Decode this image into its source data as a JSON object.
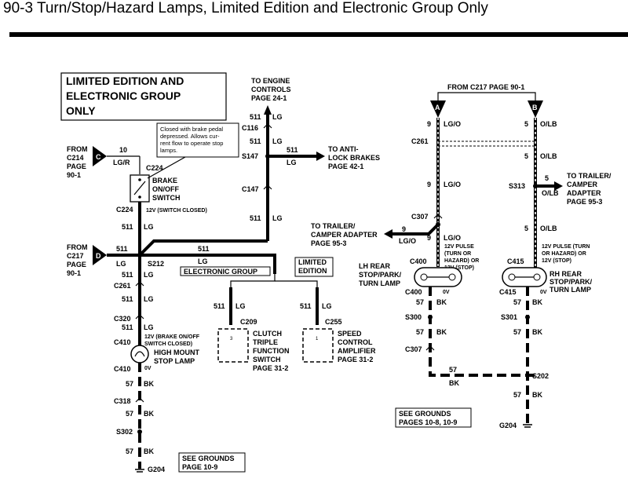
{
  "page_title": "90-3 Turn/Stop/Hazard Lamps, Limited Edition and Electronic Group Only",
  "limited_box": [
    "LIMITED EDITION AND",
    "ELECTRONIC GROUP",
    "ONLY"
  ],
  "note_box": [
    "Closed with brake pedal",
    "depressed. Allows cur-",
    "rent flow to operate stop",
    "lamps."
  ],
  "from_c214": {
    "tag": "C",
    "lines": [
      "FROM",
      "C214",
      "PAGE",
      "90-1"
    ],
    "circuit": "10",
    "color": "LG/R"
  },
  "from_c217_left": {
    "tag": "D",
    "lines": [
      "FROM",
      "C217",
      "PAGE",
      "90-1"
    ],
    "circuit": "511",
    "color": "LG"
  },
  "to_engine": [
    "TO ENGINE",
    "CONTROLS",
    "PAGE 24-1"
  ],
  "to_antilock": [
    "TO ANTI-",
    "LOCK BRAKES",
    "PAGE 42-1"
  ],
  "from_c217_right": "FROM C217 PAGE 90-1",
  "tag_a": "A",
  "tag_b": "B",
  "connectors": {
    "c224a": "C224",
    "c224b": "C224",
    "c116": "C116",
    "s147": "S147",
    "c147": "C147",
    "s212": "S212",
    "c261a": "C261",
    "c320": "C320",
    "c410a": "C410",
    "c410b": "C410",
    "c318": "C318",
    "s302": "S302",
    "g204a": "G204",
    "c209": "C209",
    "c255": "C255",
    "c261b": "C261",
    "c307a": "C307",
    "c400a": "C400",
    "c400b": "C400",
    "s300": "S300",
    "c307b": "C307",
    "s313": "S313",
    "c415a": "C415",
    "c415b": "C415",
    "s301": "S301",
    "s202": "S202",
    "g204b": "G204"
  },
  "wire_labels": {
    "w511": "511",
    "w57": "57",
    "w9": "9",
    "w5": "5",
    "lg": "LG",
    "bk": "BK",
    "lgo": "LG/O",
    "olb": "O/LB"
  },
  "brake_switch": [
    "BRAKE",
    "ON/OFF",
    "SWITCH"
  ],
  "switch_closed": "12V (SWITCH CLOSED)",
  "brake_closed": [
    "12V (BRAKE ON/OFF",
    "SWITCH CLOSED)"
  ],
  "high_mount": [
    "HIGH MOUNT",
    "STOP LAMP"
  ],
  "volt_0": "0V",
  "electronic_group": "ELECTRONIC GROUP",
  "limited_edition": [
    "LIMITED",
    "EDITION"
  ],
  "clutch": [
    "CLUTCH",
    "TRIPLE",
    "FUNCTION",
    "SWITCH",
    "PAGE 31-2"
  ],
  "speed": [
    "SPEED",
    "CONTROL",
    "AMPLIFIER",
    "PAGE 31-2"
  ],
  "pin3": "3",
  "pin1": "1",
  "to_trailer_left": [
    "TO TRAILER/",
    "CAMPER ADAPTER",
    "PAGE 95-3"
  ],
  "lh_pulse": [
    "12V PULSE",
    "(TURN OR",
    "HAZARD) OR",
    "12V (STOP)"
  ],
  "lh_lamp": [
    "LH REAR",
    "STOP/PARK/",
    "TURN LAMP"
  ],
  "to_trailer_right": [
    "TO TRAILER/",
    "CAMPER",
    "ADAPTER",
    "PAGE 95-3"
  ],
  "rh_pulse": [
    "12V PULSE (TURN",
    "OR HAZARD) OR",
    "12V (STOP)"
  ],
  "rh_lamp": [
    "RH REAR",
    "STOP/PARK/",
    "TURN LAMP"
  ],
  "see_grounds_left": [
    "SEE GROUNDS",
    "PAGE 10-9"
  ],
  "see_grounds_right": [
    "SEE GROUNDS",
    "PAGES 10-8, 10-9"
  ]
}
